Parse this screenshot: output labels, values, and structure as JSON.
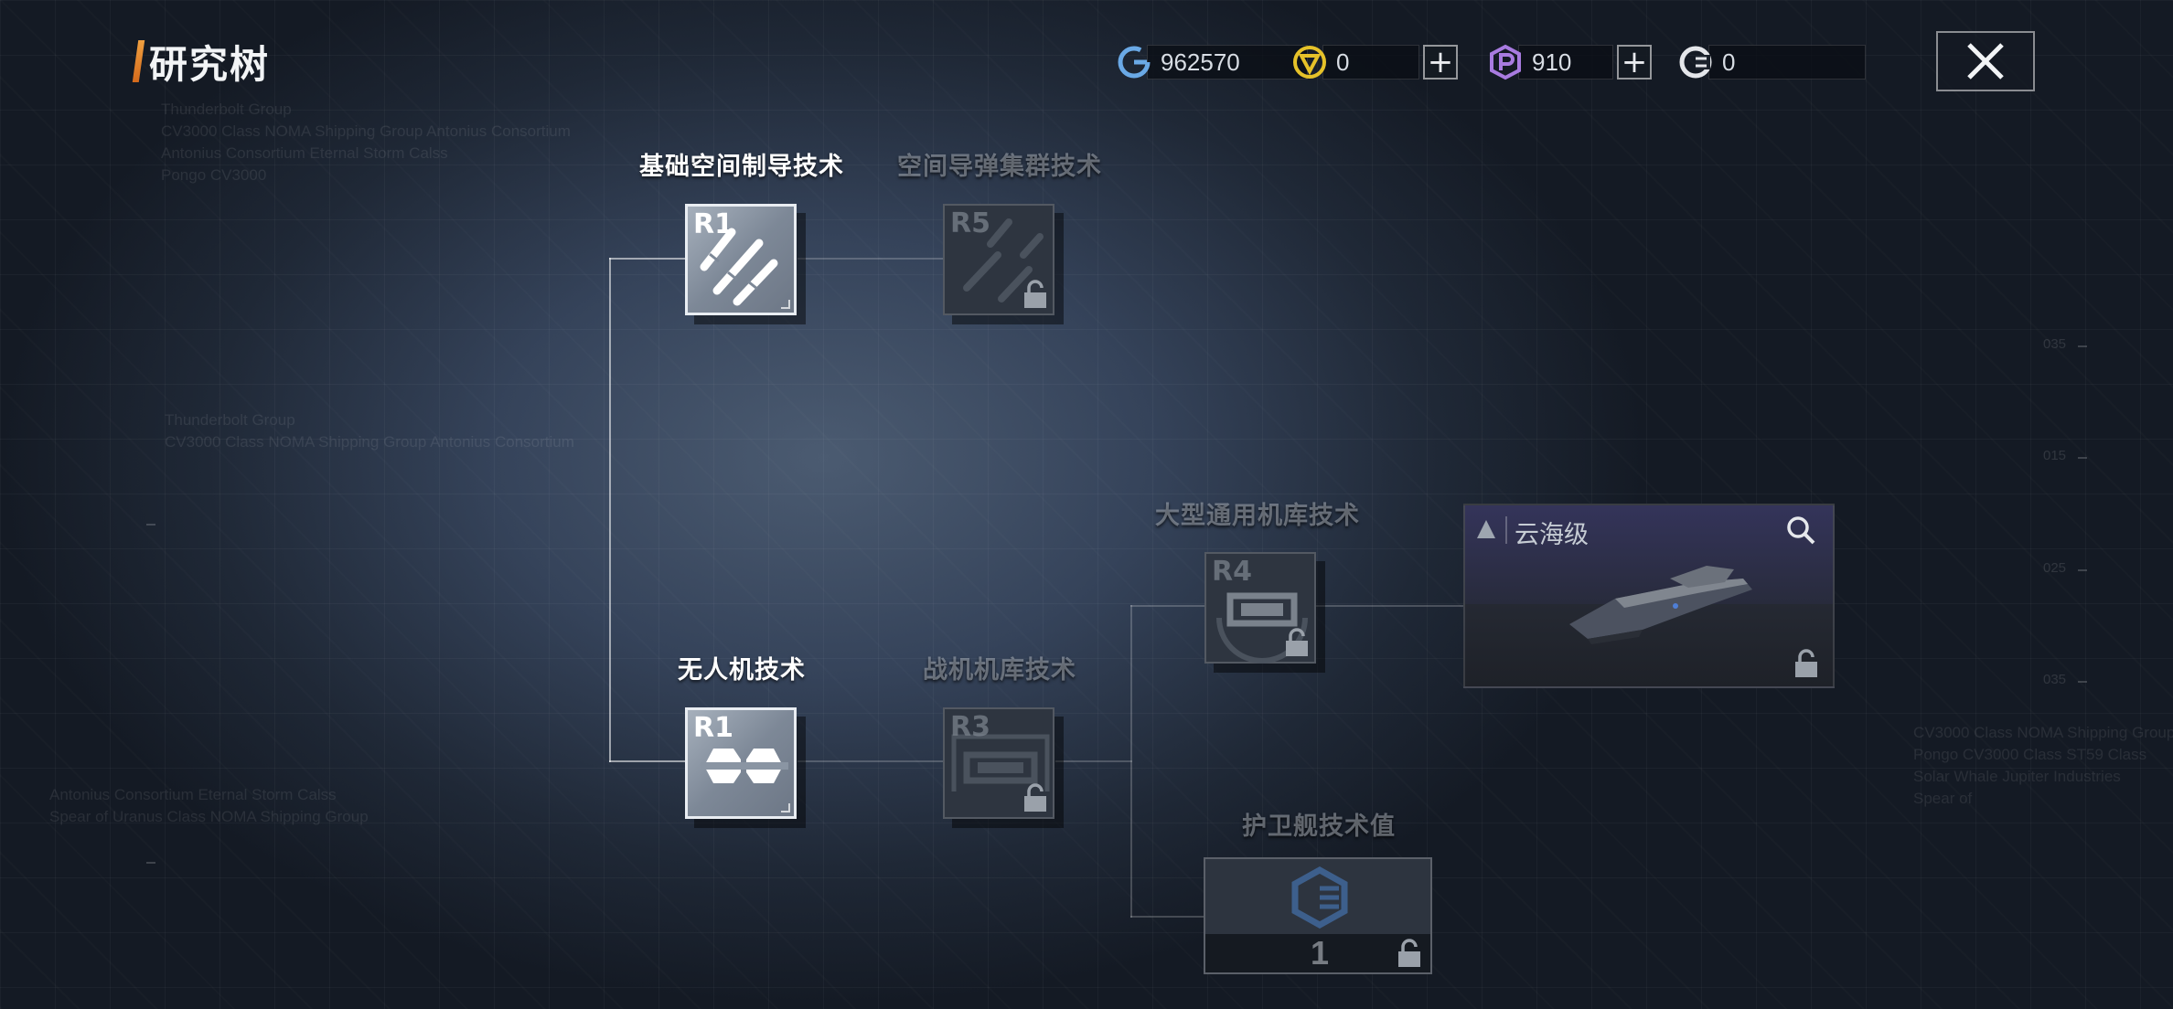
{
  "header": {
    "title": "研究树"
  },
  "currencies": [
    {
      "icon": "refresh-credits-icon",
      "value": "962570",
      "color": "#6aa9e6",
      "has_plus": false
    },
    {
      "icon": "gold-token-icon",
      "value": "0",
      "color": "#e6c229",
      "has_plus": true
    },
    {
      "icon": "purple-p-icon",
      "value": "910",
      "color": "#a87be0",
      "has_plus": true
    },
    {
      "icon": "half-circle-icon",
      "value": "0",
      "color": "#e4e6ea",
      "has_plus": false
    }
  ],
  "close": {
    "icon": "close-icon"
  },
  "tree": {
    "nodes": [
      {
        "id": "basic-space-guidance",
        "label": "基础空间制导技术",
        "rank": "R1",
        "state": "active",
        "icon": "missiles-icon"
      },
      {
        "id": "space-missile-cluster",
        "label": "空间导弹集群技术",
        "rank": "R5",
        "state": "locked",
        "icon": "missiles-icon"
      },
      {
        "id": "drone-tech",
        "label": "无人机技术",
        "rank": "R1",
        "state": "active",
        "icon": "drone-icon"
      },
      {
        "id": "fighter-hangar",
        "label": "战机机库技术",
        "rank": "R3",
        "state": "locked",
        "icon": "hangar-icon"
      },
      {
        "id": "large-hangar",
        "label": "大型通用机库技术",
        "rank": "R4",
        "state": "locked",
        "icon": "hangar-icon"
      },
      {
        "id": "frigate-value",
        "label": "护卫舰技术值",
        "value": "1",
        "state": "locked",
        "icon": "frigate-tech-icon"
      }
    ],
    "ship": {
      "name": "云海级",
      "icon": "ship-icon"
    }
  },
  "colors": {
    "accent": "#e98a2c",
    "active_border": "#e9edf2",
    "locked_text": "#6f7682"
  }
}
